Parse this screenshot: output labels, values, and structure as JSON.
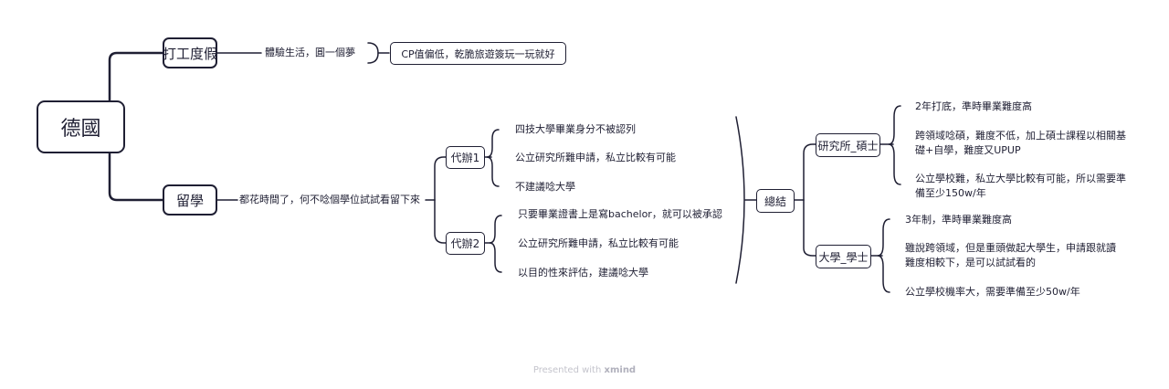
{
  "root": "德國",
  "branch_work": {
    "title": "打工度假",
    "note": "體驗生活，圓一個夢",
    "summary": "CP值偏低，乾脆旅遊簽玩一玩就好"
  },
  "branch_study": {
    "title": "留學",
    "note": "都花時間了，何不唸個學位試試看留下來",
    "agent1": {
      "title": "代辦1",
      "items": [
        "四技大學畢業身分不被認列",
        "公立研究所難申請，私立比較有可能",
        "不建議唸大學"
      ]
    },
    "agent2": {
      "title": "代辦2",
      "items": [
        "只要畢業證書上是寫bachelor，就可以被承認",
        "公立研究所難申請，私立比較有可能",
        "以目的性來評估，建議唸大學"
      ]
    },
    "summary": {
      "title": "總結",
      "masters": {
        "title": "研究所_碩士",
        "items": [
          "2年打底，準時畢業難度高",
          "跨領域唸碩，難度不低，加上碩士課程以相關基礎+自學，難度又UPUP",
          "公立學校難，私立大學比較有可能，所以需要準備至少150w/年"
        ]
      },
      "bachelor": {
        "title": "大學_學士",
        "items": [
          "3年制，準時畢業難度高",
          "雖說跨領域，但是重頭做起大學生，申請跟就讀難度相較下，是可以試試看的",
          "公立學校機率大，需要準備至少50w/年"
        ]
      }
    }
  },
  "footer": {
    "prefix": "Presented with",
    "brand": "xmind"
  }
}
